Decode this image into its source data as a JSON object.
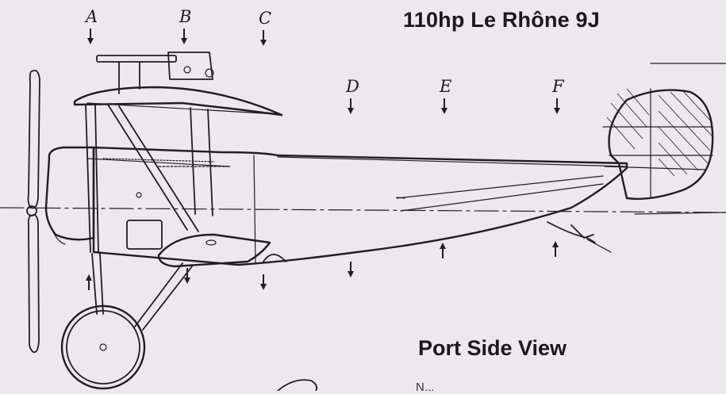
{
  "engine_title": "110hp Le Rhône 9J",
  "view_title": "Port Side View",
  "caption_text": "N...",
  "stations": {
    "a": "A",
    "b": "B",
    "c": "C",
    "d": "D",
    "e": "E",
    "f": "F"
  },
  "colors": {
    "paper": "#ece8ed",
    "ink": "#1f1f1f"
  }
}
